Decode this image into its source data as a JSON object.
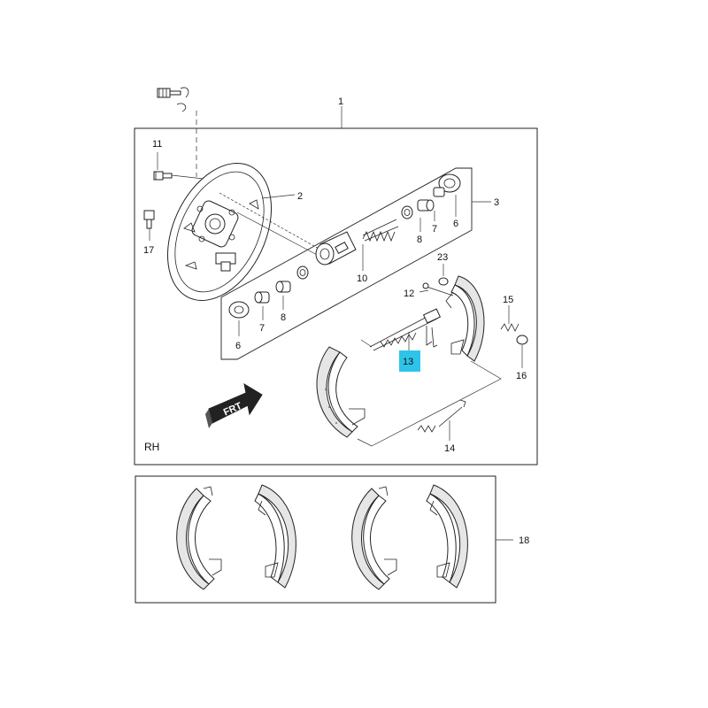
{
  "callouts": {
    "c1": "1",
    "c2": "2",
    "c3": "3",
    "c6a": "6",
    "c6b": "6",
    "c7a": "7",
    "c7b": "7",
    "c8a": "8",
    "c8b": "8",
    "c10": "10",
    "c11": "11",
    "c12": "12",
    "c13": "13",
    "c14": "14",
    "c15": "15",
    "c16": "16",
    "c17": "17",
    "c18": "18",
    "c23": "23"
  },
  "labels": {
    "side": "RH",
    "front_arrow": "FRT"
  },
  "colors": {
    "highlight": "#2ec4ea",
    "line": "#222222"
  }
}
